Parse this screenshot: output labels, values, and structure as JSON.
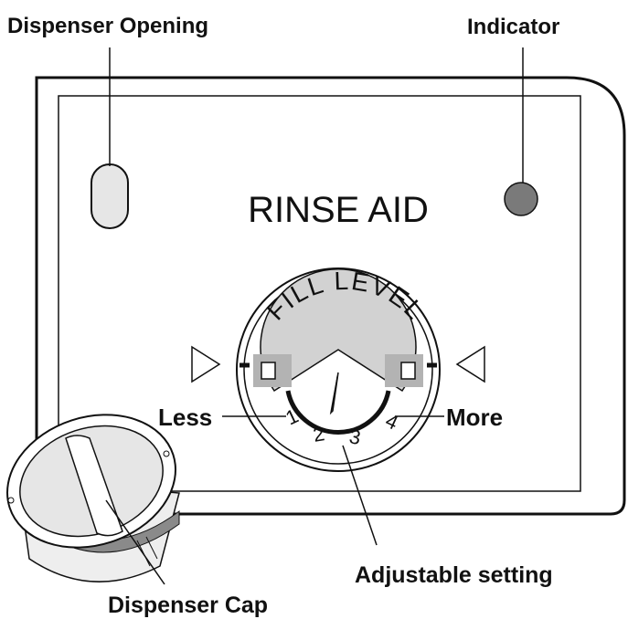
{
  "labels": {
    "dispenser_opening": "Dispenser Opening",
    "indicator": "Indicator",
    "panel_title": "RINSE AID",
    "dial_caption": "FILL LEVEL",
    "less": "Less",
    "more": "More",
    "adjustable_setting": "Adjustable setting",
    "dispenser_cap": "Dispenser Cap"
  },
  "dial_numbers": [
    "1",
    "2",
    "3",
    "4"
  ],
  "colors": {
    "line": "#111111",
    "opening_fill": "#e6e6e6",
    "indicator_fill": "#7a7a7a",
    "dial_band": "#d2d2d2",
    "marker_block": "#b3b3b3"
  }
}
